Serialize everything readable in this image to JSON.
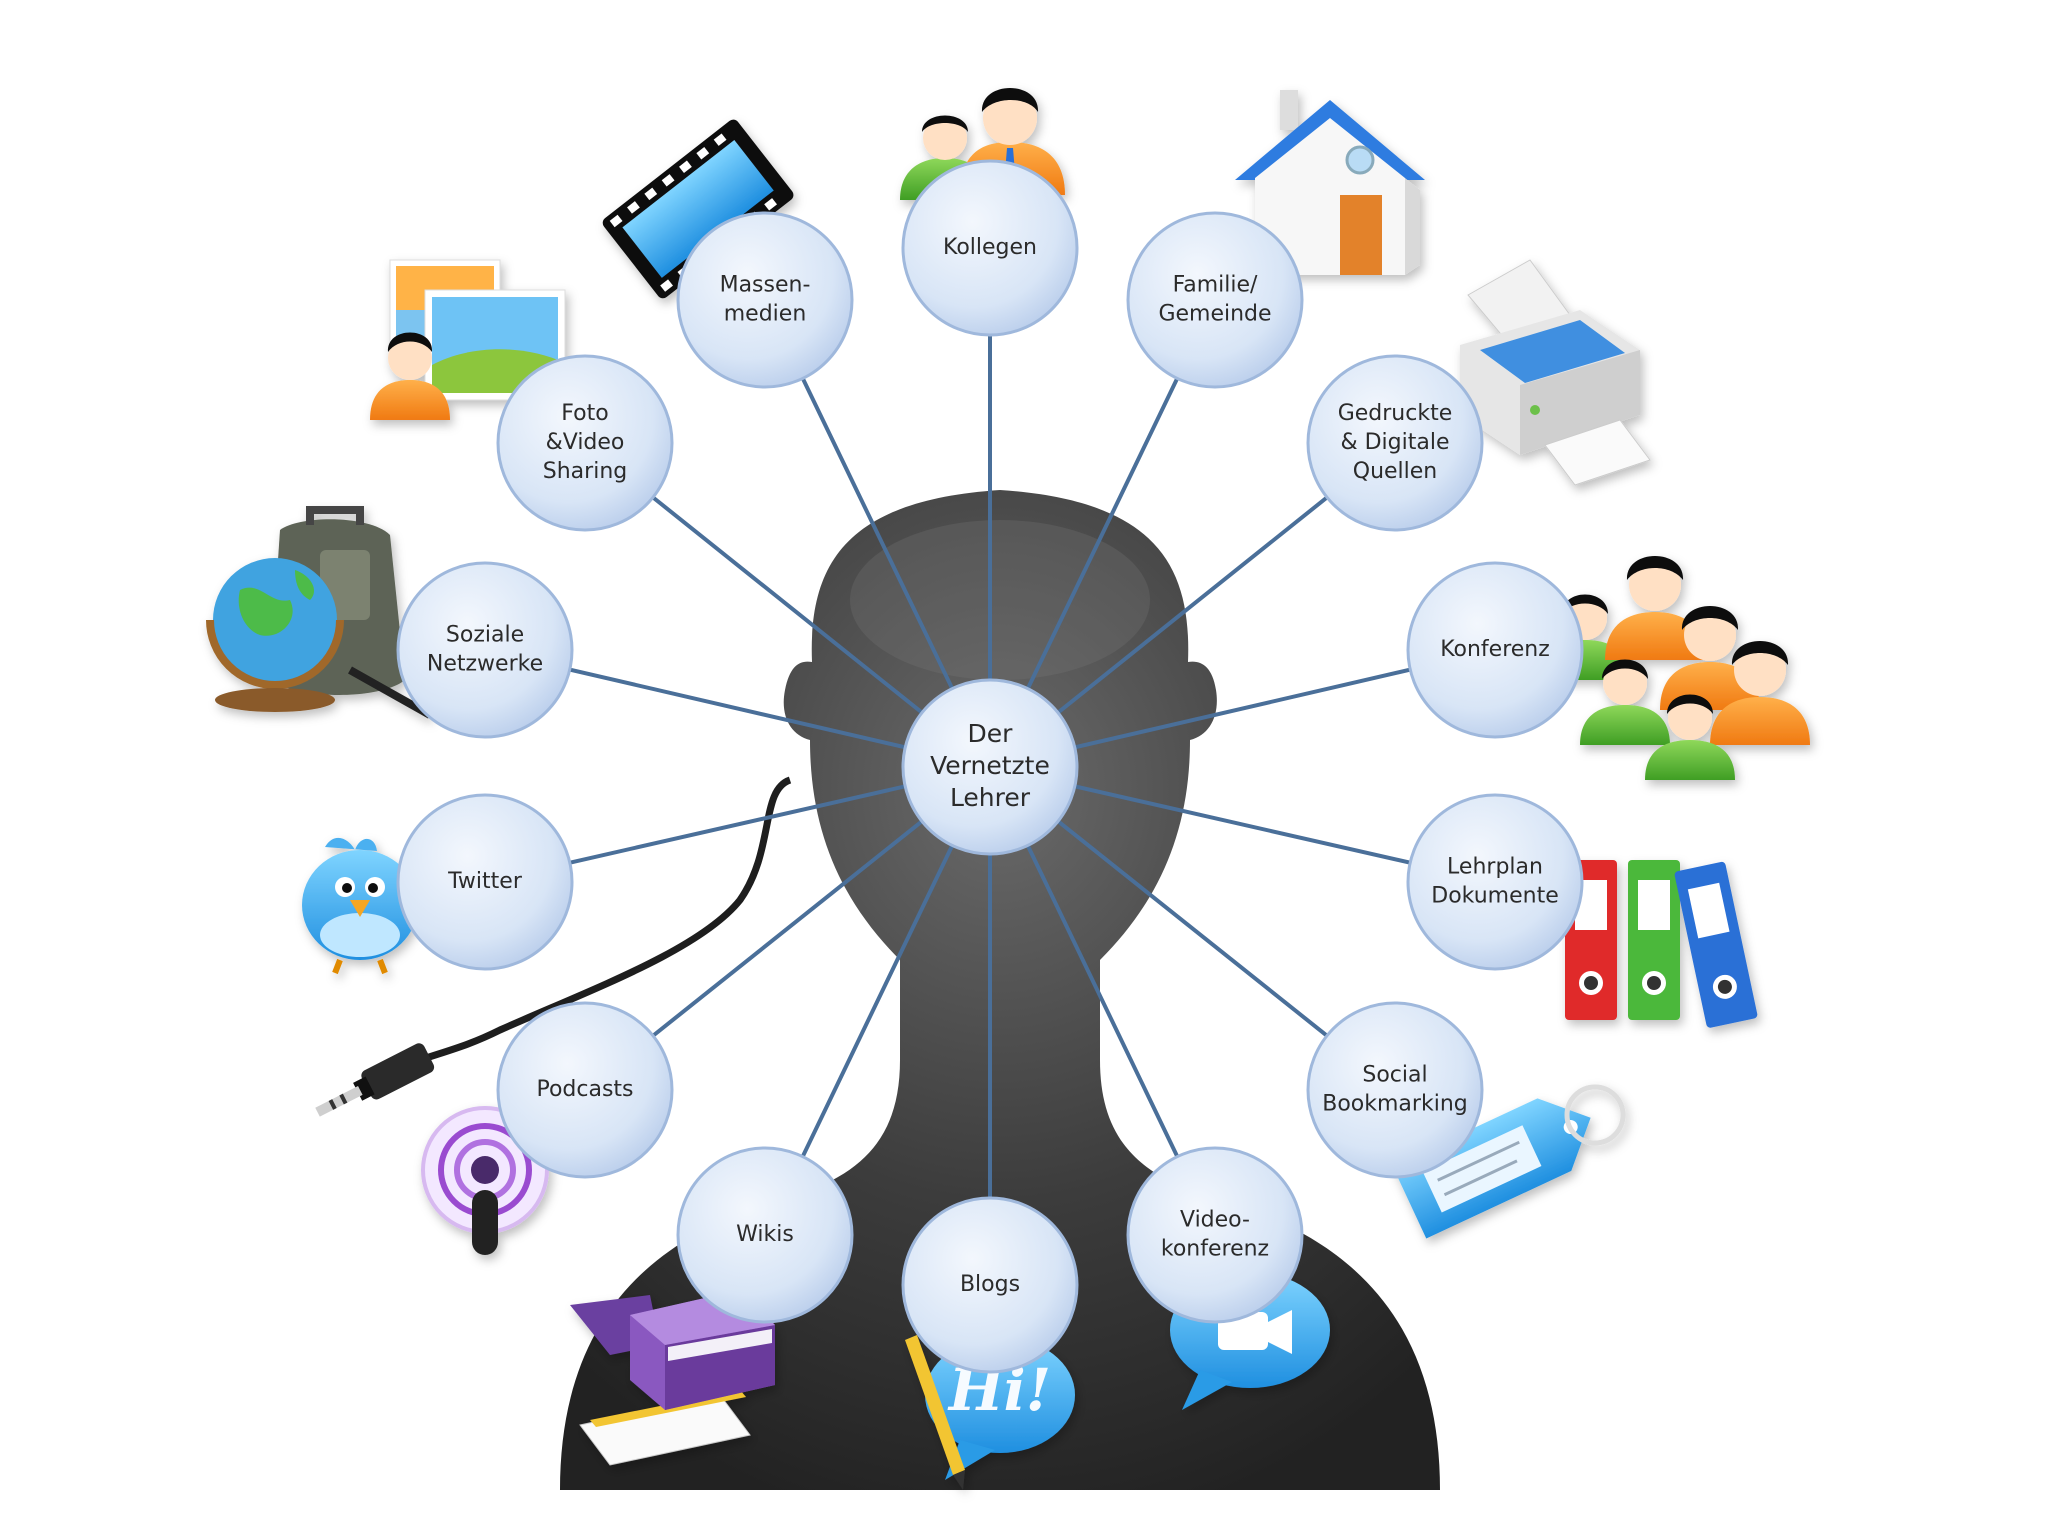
{
  "center": {
    "lines": [
      "Der",
      "Vernetzte",
      "Lehrer"
    ]
  },
  "nodes": [
    {
      "id": "kollegen",
      "lines": [
        "Kollegen"
      ],
      "icon": "colleagues-icon"
    },
    {
      "id": "familie",
      "lines": [
        "Familie/",
        "Gemeinde"
      ],
      "icon": "house-icon"
    },
    {
      "id": "gedruckte",
      "lines": [
        "Gedruckte",
        "& Digitale",
        "Quellen"
      ],
      "icon": "printer-icon"
    },
    {
      "id": "konferenz",
      "lines": [
        "Konferenz"
      ],
      "icon": "group-people-icon"
    },
    {
      "id": "lehrplan",
      "lines": [
        "Lehrplan",
        "Dokumente"
      ],
      "icon": "binders-icon"
    },
    {
      "id": "social-bookmarking",
      "lines": [
        "Social",
        "Bookmarking"
      ],
      "icon": "tag-icon"
    },
    {
      "id": "videokonferenz",
      "lines": [
        "Video-",
        "konferenz"
      ],
      "icon": "video-chat-icon"
    },
    {
      "id": "blogs",
      "lines": [
        "Blogs"
      ],
      "icon": "hi-speech-bubble-icon"
    },
    {
      "id": "wikis",
      "lines": [
        "Wikis"
      ],
      "icon": "books-pencil-icon"
    },
    {
      "id": "podcasts",
      "lines": [
        "Podcasts"
      ],
      "icon": "podcast-icon"
    },
    {
      "id": "twitter",
      "lines": [
        "Twitter"
      ],
      "icon": "bird-icon"
    },
    {
      "id": "soziale-netzwerke",
      "lines": [
        "Soziale",
        "Netzwerke"
      ],
      "icon": "globe-bag-icon"
    },
    {
      "id": "foto-video",
      "lines": [
        "Foto",
        "&Video",
        "Sharing"
      ],
      "icon": "photos-icon"
    },
    {
      "id": "massenmedien",
      "lines": [
        "Massen-",
        "medien"
      ],
      "icon": "film-strip-icon"
    }
  ],
  "colors": {
    "bubble_fill": "#dbe7f7",
    "bubble_edge": "#9fb8dc",
    "connector": "#4a6f99",
    "head": "#3a3a3a"
  }
}
